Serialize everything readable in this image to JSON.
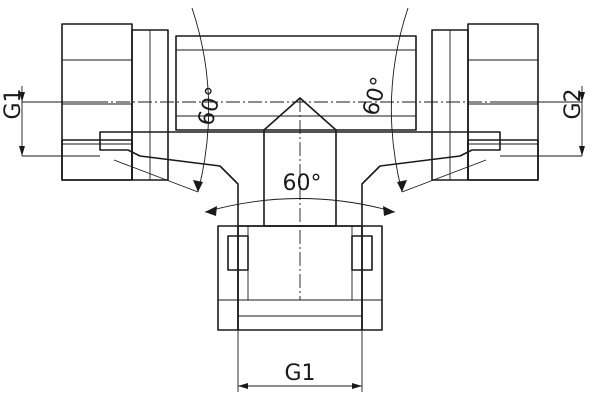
{
  "labels": {
    "angle_left": "60°",
    "angle_right": "60°",
    "angle_bottom": "60°",
    "dim_left": "G1",
    "dim_right": "G2",
    "dim_bottom": "G1"
  },
  "colors": {
    "line": "#1a1a1a",
    "background": "#ffffff"
  }
}
